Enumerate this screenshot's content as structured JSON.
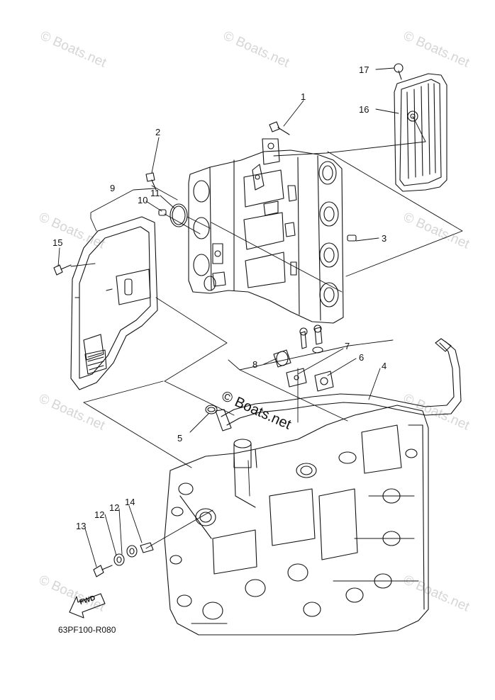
{
  "watermark": "© Boats.net",
  "diagram_code": "63PF100-R080",
  "fwd_label": "FWD",
  "callouts": [
    "1",
    "2",
    "3",
    "4",
    "5",
    "6",
    "7",
    "8",
    "9",
    "10",
    "11",
    "12",
    "12",
    "13",
    "14",
    "15",
    "16",
    "17"
  ]
}
